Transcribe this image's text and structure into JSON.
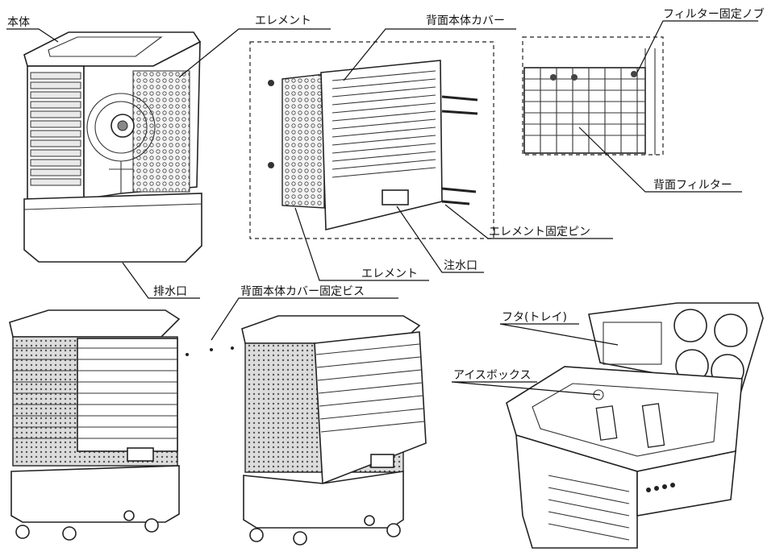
{
  "labels": {
    "main_body": "本体",
    "element_top": "エレメント",
    "back_cover": "背面本体カバー",
    "filter_knob": "フィルター固定ノブ",
    "back_filter": "背面フィルター",
    "element_pin": "エレメント固定ピン",
    "water_inlet": "注水口",
    "element_bottom": "エレメント",
    "drain": "排水口",
    "cover_screw": "背面本体カバー固定ビス",
    "lid_tray": "フタ(トレイ)",
    "ice_box": "アイスボックス"
  },
  "colors": {
    "line": "#111111",
    "slat_fill": "#e9e9e9",
    "shade": "#bdbdbd"
  }
}
